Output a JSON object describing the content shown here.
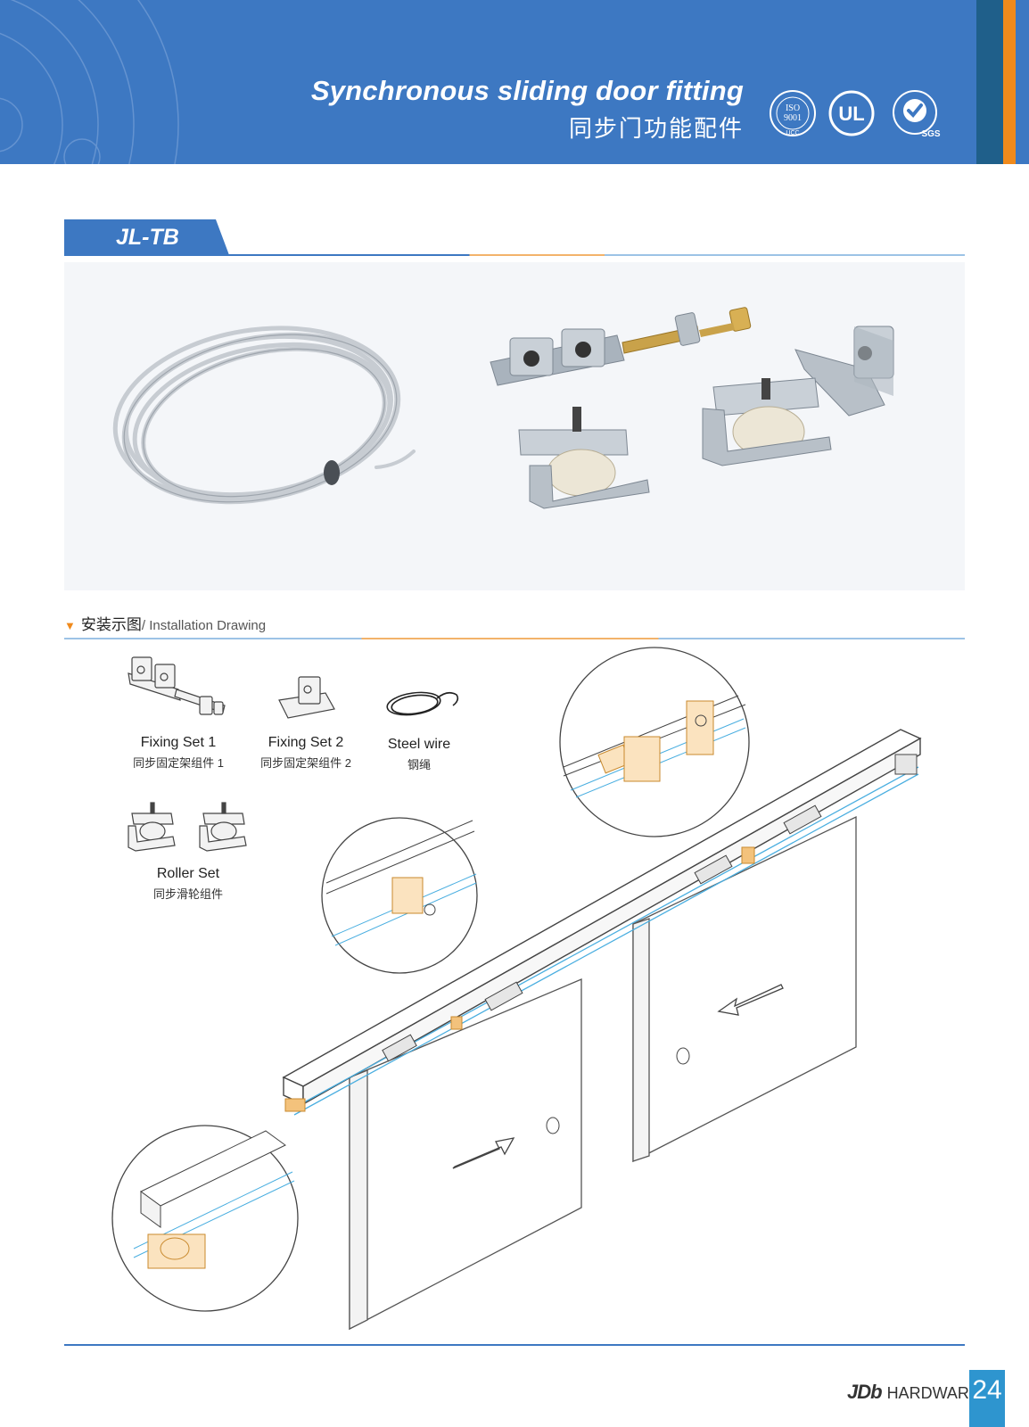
{
  "header": {
    "title": "Synchronous sliding door fitting",
    "subtitle": "同步门功能配件",
    "colors": {
      "band": "#3d78c2",
      "stripe_dark": "#1f5f8a",
      "stripe_orange": "#f08a1c"
    },
    "certifications": [
      {
        "icon": "iso-9001-seal-icon",
        "text_top": "ISO",
        "text_mid": "9001",
        "text_bottom": "UCC"
      },
      {
        "icon": "ul-mark-icon",
        "text": "UL"
      },
      {
        "icon": "sgs-iso-9001-icon",
        "text": "SGS"
      }
    ]
  },
  "model": {
    "code": "JL-TB"
  },
  "install": {
    "heading_cn": "安装示图",
    "heading_en": "/ Installation Drawing"
  },
  "components": [
    {
      "name_en": "Fixing Set 1",
      "name_cn": "同步固定架组件 1"
    },
    {
      "name_en": "Fixing Set 2",
      "name_cn": "同步固定架组件 2"
    },
    {
      "name_en": "Steel wire",
      "name_cn": "钢绳"
    },
    {
      "name_en": "Roller Set",
      "name_cn": "同步滑轮组件"
    }
  ],
  "footer": {
    "brand_logo": "JDb",
    "brand_text": "HARDWARE",
    "page_number": "24"
  }
}
